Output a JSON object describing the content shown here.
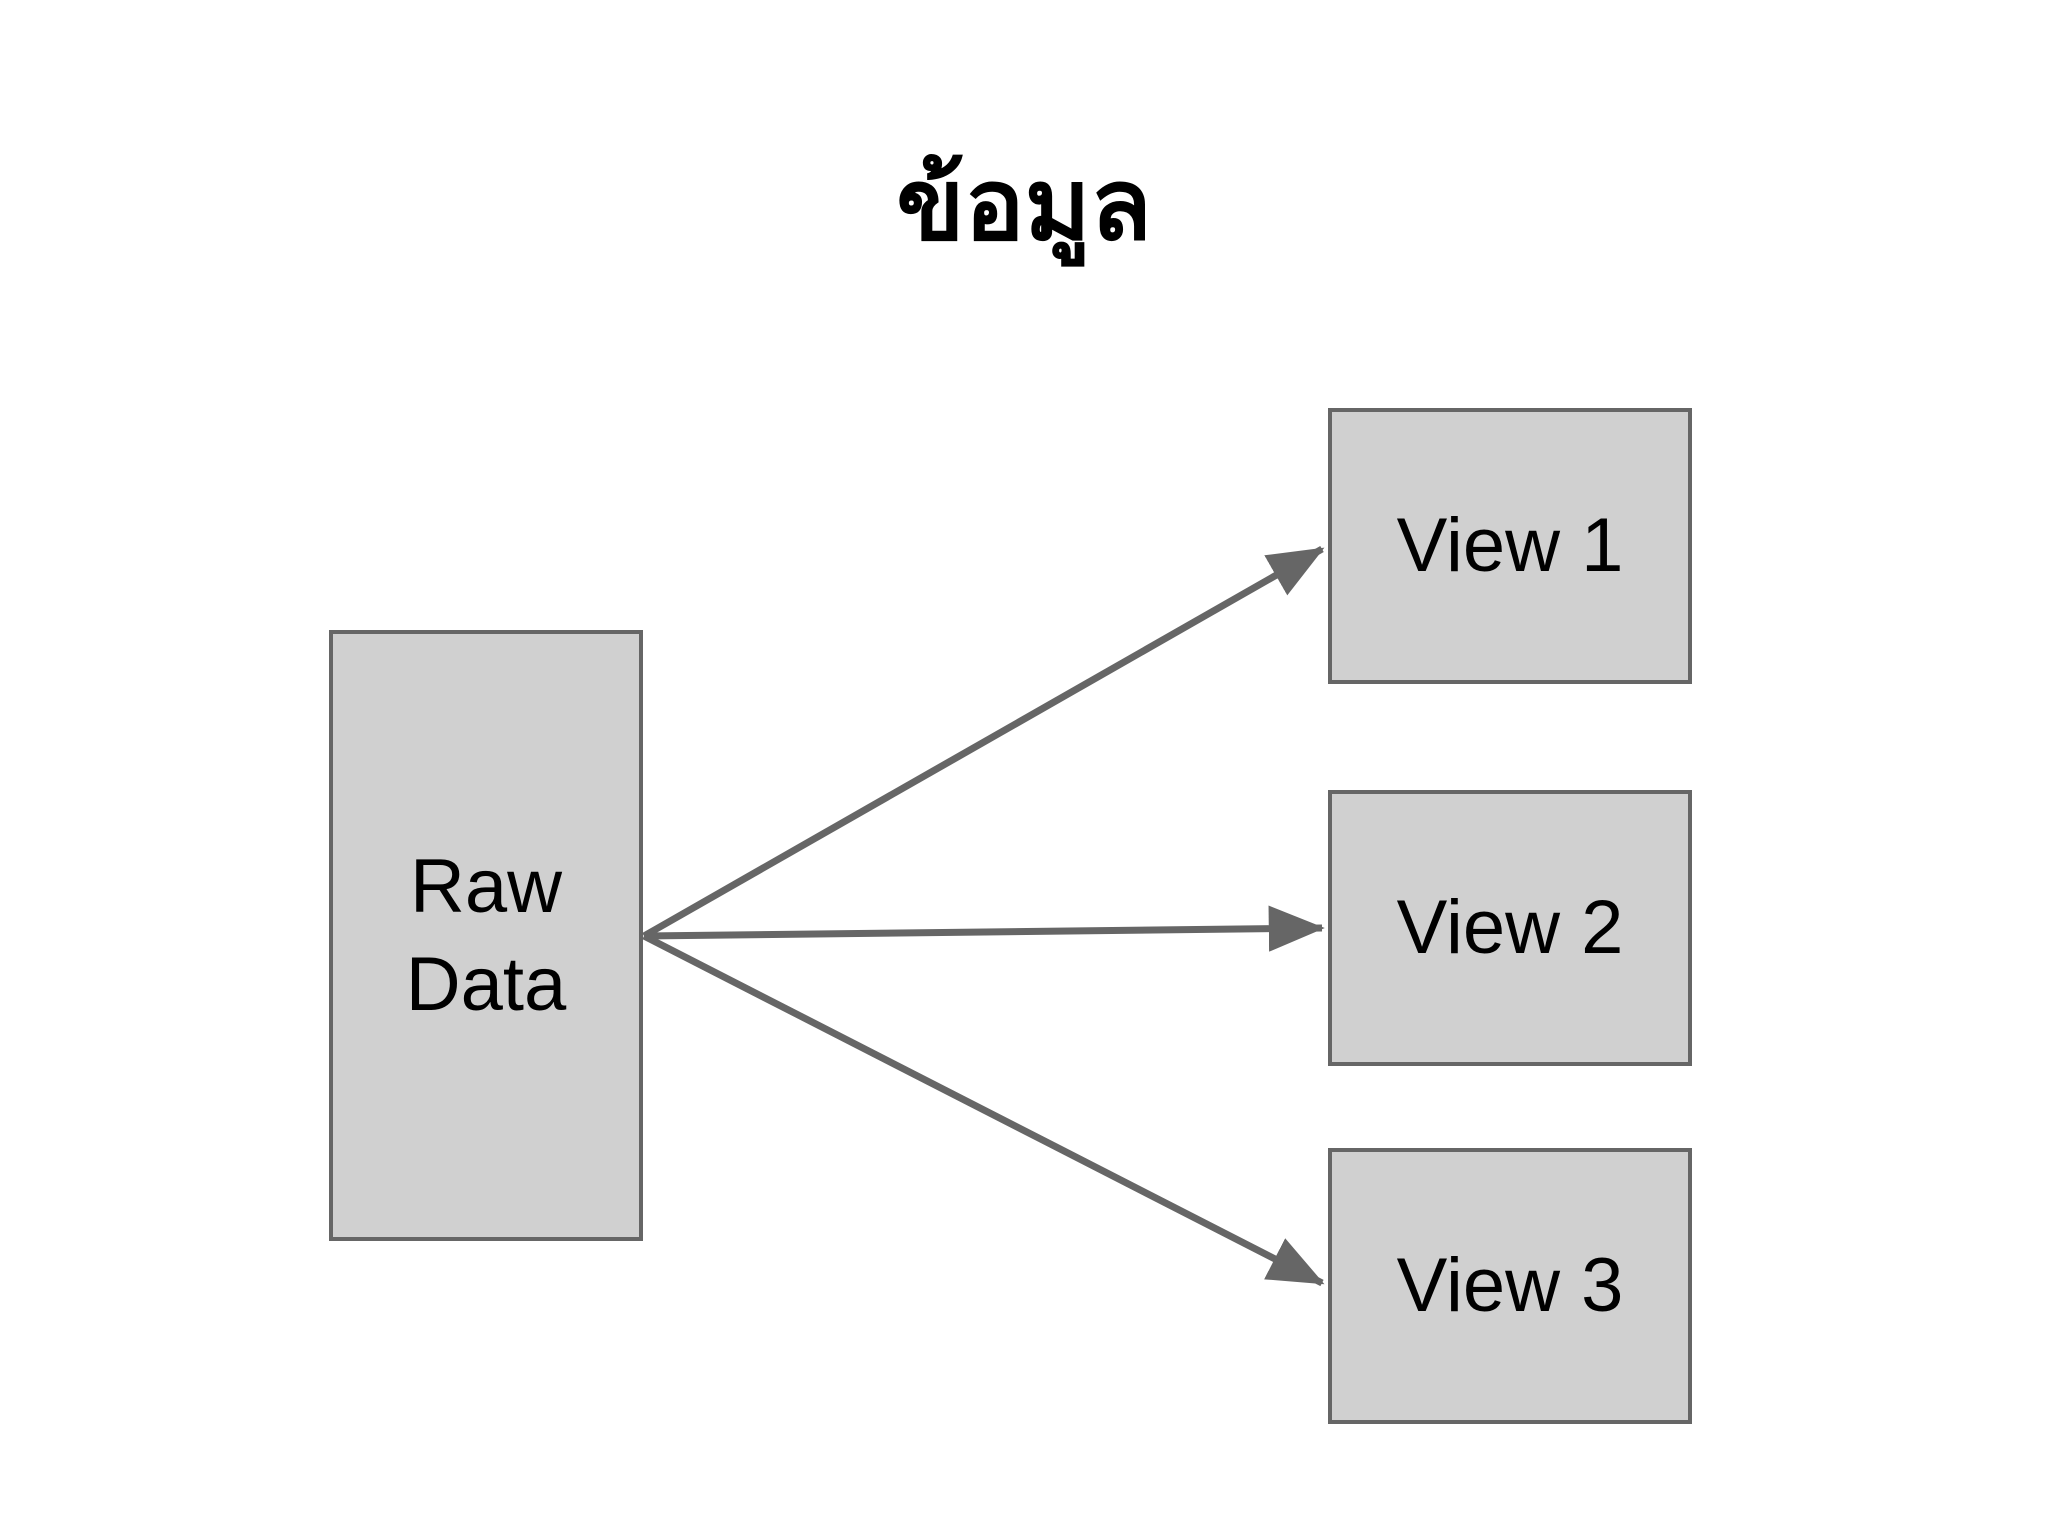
{
  "diagram": {
    "title": "ข้อมูล",
    "nodes": {
      "source": {
        "label": "Raw Data"
      },
      "views": [
        {
          "label": "View 1"
        },
        {
          "label": "View 2"
        },
        {
          "label": "View 3"
        }
      ]
    },
    "edges": [
      {
        "from": "Raw Data",
        "to": "View 1"
      },
      {
        "from": "Raw Data",
        "to": "View 2"
      },
      {
        "from": "Raw Data",
        "to": "View 3"
      }
    ],
    "colors": {
      "background": "#ffffff",
      "node_fill": "#d0d0d0",
      "node_border": "#666666",
      "arrow": "#666666",
      "text": "#000000",
      "title_text": "#000000"
    }
  }
}
